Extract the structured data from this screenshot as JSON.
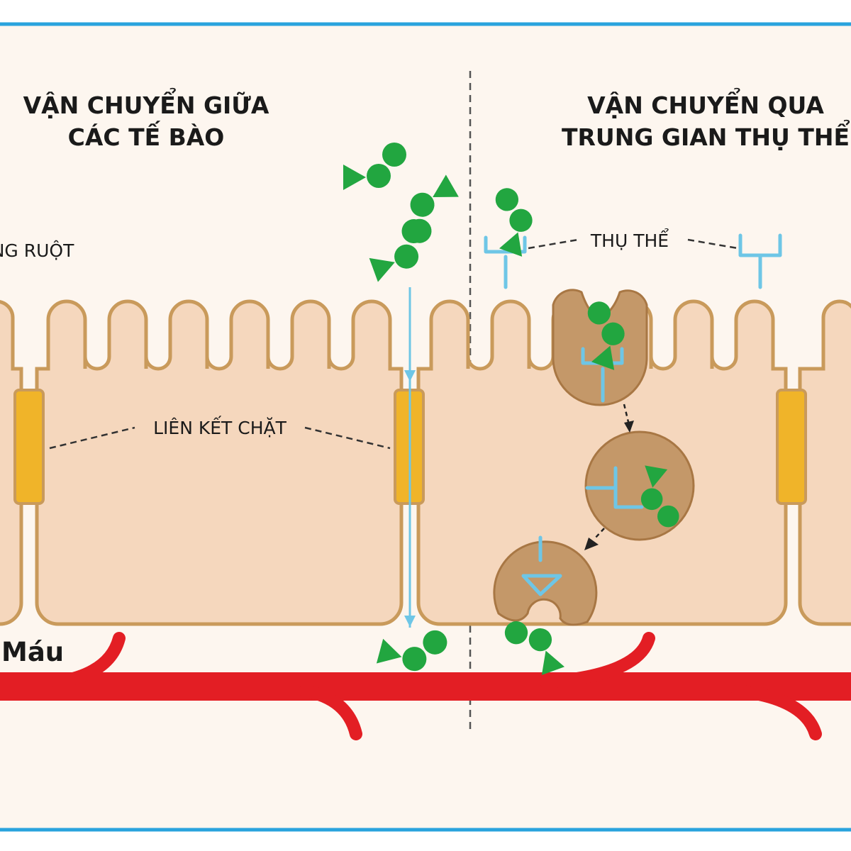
{
  "left_title": [
    "VẬN CHUYỂN GIỮA",
    "CÁC TẾ BÀO"
  ],
  "right_title": [
    "VẬN CHUYỂN QUA",
    "TRUNG GIAN THỤ THỂ"
  ],
  "lumen_label": "LÒNG RUỘT",
  "receptor_label": "THỤ THỂ",
  "tight_junction_label": "LIÊN KẾT CHẶT",
  "blood_label": "Máu",
  "colors": {
    "background": "#fdf6ef",
    "frame": "#29a3dd",
    "cell_fill": "#f5d7bd",
    "cell_border": "#c99a5b",
    "junction": "#f0b429",
    "endosome": "#c49869",
    "molecule": "#22a640",
    "receptor": "#6ec6e6",
    "blood": "#e31e24"
  }
}
